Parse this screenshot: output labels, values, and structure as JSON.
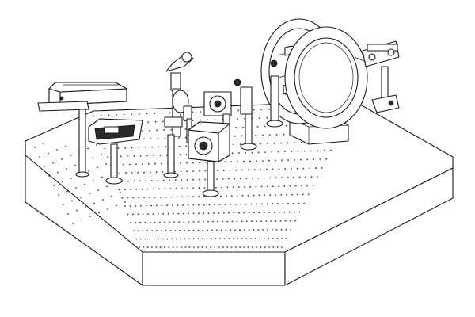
{
  "diagram": {
    "components": [
      "optical-breadboard-table",
      "laser-controller-box",
      "power-supply-module",
      "kinematic-mirror-mounts",
      "cube-beamsplitter-housing",
      "helmholtz-coil-assembly",
      "translation-stage"
    ]
  },
  "colors": {
    "line": "#1a1a1a",
    "background": "#ffffff",
    "dark_fill": "#2a2a2a",
    "grey_fill": "#cfcfcf"
  }
}
